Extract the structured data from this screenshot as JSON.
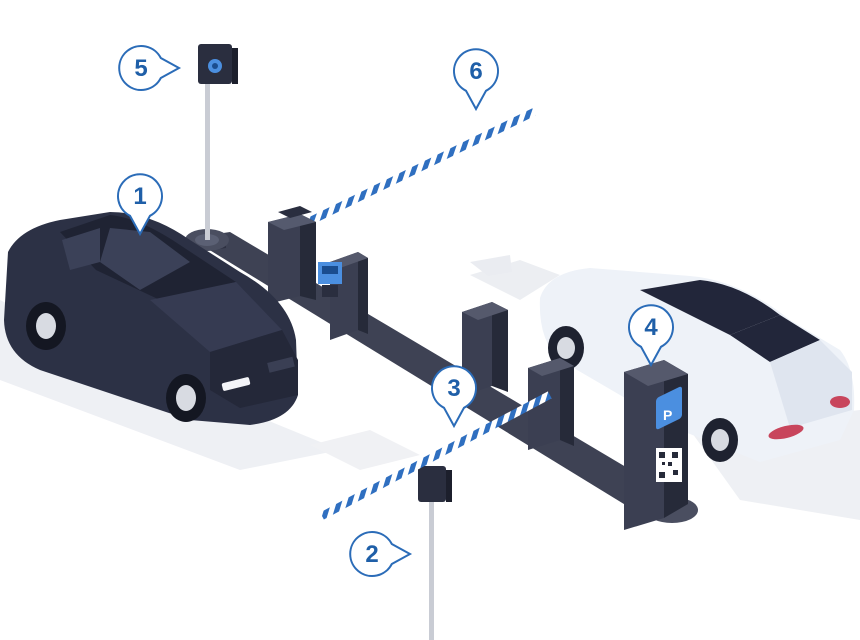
{
  "markers": [
    {
      "id": "marker-1",
      "label": "1"
    },
    {
      "id": "marker-2",
      "label": "2"
    },
    {
      "id": "marker-3",
      "label": "3"
    },
    {
      "id": "marker-4",
      "label": "4"
    },
    {
      "id": "marker-5",
      "label": "5"
    },
    {
      "id": "marker-6",
      "label": "6"
    }
  ],
  "terminal": {
    "parking_sign": "P"
  },
  "colors": {
    "marker_stroke": "#2b6cb8",
    "marker_text": "#1f5fa8",
    "dark_car": "#262b3d",
    "white_car": "#eef2f8",
    "barrier_blue": "#2f6fc0",
    "equipment": "#3b3f52",
    "lane_base": "#4a4e60",
    "shadow": "#ebedf2"
  },
  "icons": [
    "camera-icon",
    "parking-icon",
    "qr-code-icon",
    "card-reader-icon"
  ]
}
